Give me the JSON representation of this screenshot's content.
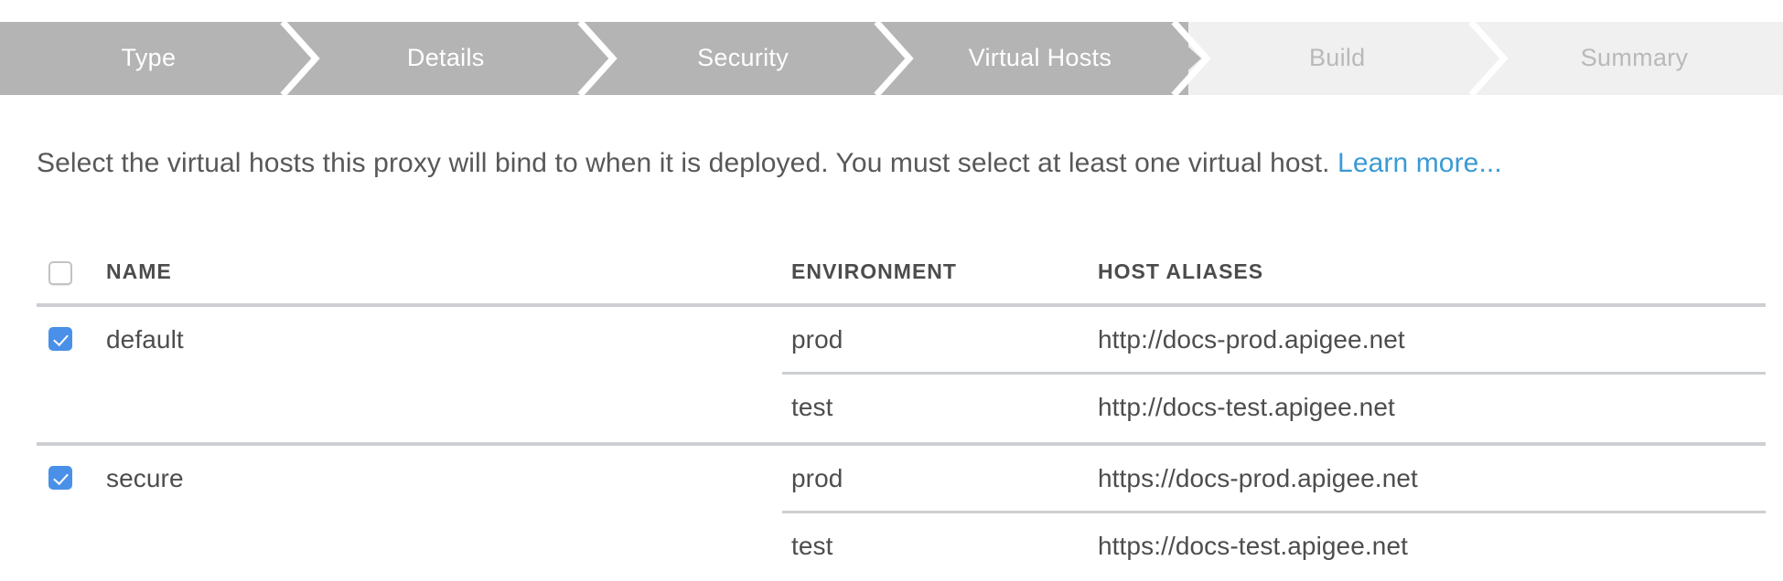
{
  "stepper": {
    "steps": [
      {
        "label": "Type",
        "state": "done"
      },
      {
        "label": "Details",
        "state": "done"
      },
      {
        "label": "Security",
        "state": "done"
      },
      {
        "label": "Virtual Hosts",
        "state": "current"
      },
      {
        "label": "Build",
        "state": "todo"
      },
      {
        "label": "Summary",
        "state": "todo"
      }
    ],
    "active_color": "#b4b4b4",
    "inactive_color": "#f0f0f0",
    "active_text_color": "#ffffff",
    "inactive_text_color": "#b9b9b9"
  },
  "intro": {
    "text": "Select the virtual hosts this proxy will bind to when it is deployed. You must select at least one virtual host. ",
    "link_label": "Learn more...",
    "link_color": "#3a9ad4"
  },
  "table": {
    "select_all_checked": false,
    "columns": {
      "name": "NAME",
      "environment": "ENVIRONMENT",
      "host_aliases": "HOST ALIASES"
    },
    "checkbox_checked_color": "#4a90e8",
    "rows": [
      {
        "name": "default",
        "checked": true,
        "entries": [
          {
            "environment": "prod",
            "host_alias": "http://docs-prod.apigee.net"
          },
          {
            "environment": "test",
            "host_alias": "http://docs-test.apigee.net"
          }
        ]
      },
      {
        "name": "secure",
        "checked": true,
        "entries": [
          {
            "environment": "prod",
            "host_alias": "https://docs-prod.apigee.net"
          },
          {
            "environment": "test",
            "host_alias": "https://docs-test.apigee.net"
          }
        ]
      }
    ]
  }
}
